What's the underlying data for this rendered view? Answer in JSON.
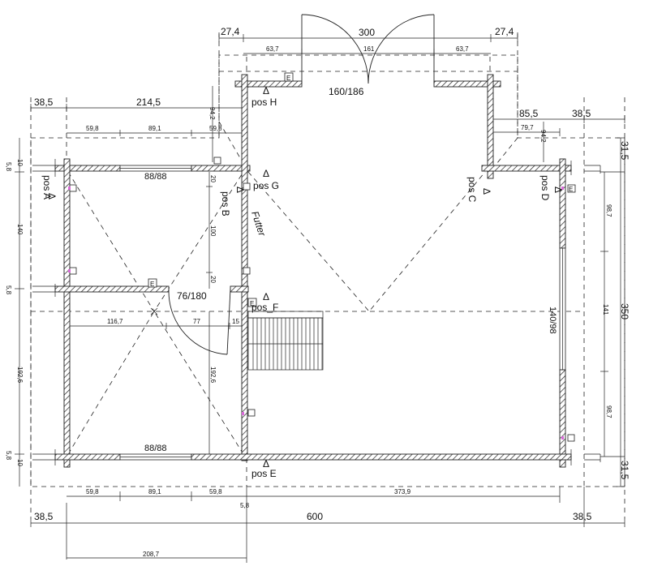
{
  "labels": {
    "pos_a": "pos A",
    "pos_b": "pos B",
    "pos_c": "pos C",
    "pos_d": "pos D",
    "pos_e": "pos E",
    "pos_f": "pos_F",
    "pos_g": "pos G",
    "pos_h": "pos H",
    "futter": "Futter",
    "door_main": "160/186",
    "door_inner": "76/180",
    "window_top": "88/88",
    "window_bottom": "88/88",
    "window_right": "140/98",
    "box_letter": "E",
    "triangle": "Δ"
  },
  "dims": {
    "top_left_27": "27,4",
    "top_300": "300",
    "top_right_27": "27,4",
    "top_63_left": "63,7",
    "top_161": "161",
    "top_63_right": "63,7",
    "left_38": "38,5",
    "left_214": "214,5",
    "right_85": "85,5",
    "right_38": "38,5",
    "w59_a": "59,8",
    "w89_a": "89,1",
    "w59_b": "59,8",
    "w79": "79,7",
    "v94_left": "94,2",
    "v94_right": "94,2",
    "v31_top": "31,5",
    "v31_bottom": "31,5",
    "v350": "350",
    "v141": "141",
    "v98_top": "98,7",
    "v98_bottom": "98,7",
    "l5_8_top": "5,8",
    "l10_top": "10",
    "l140": "140",
    "l5_8_mid": "5,8",
    "l192": "192,6",
    "l5_8_bot": "5,8",
    "l10_bot": "10",
    "v20_top": "20",
    "v100": "100",
    "v20_bot": "20",
    "h116": "116,7",
    "h77": "77",
    "h15": "15",
    "v192_inner": "192,6",
    "b59_a": "59,8",
    "b89": "89,1",
    "b59_b": "59,8",
    "b373": "373,9",
    "b5_8": "5,8",
    "b38_left": "38,5",
    "b600": "600",
    "b38_right": "38,5",
    "b208": "208,7"
  }
}
